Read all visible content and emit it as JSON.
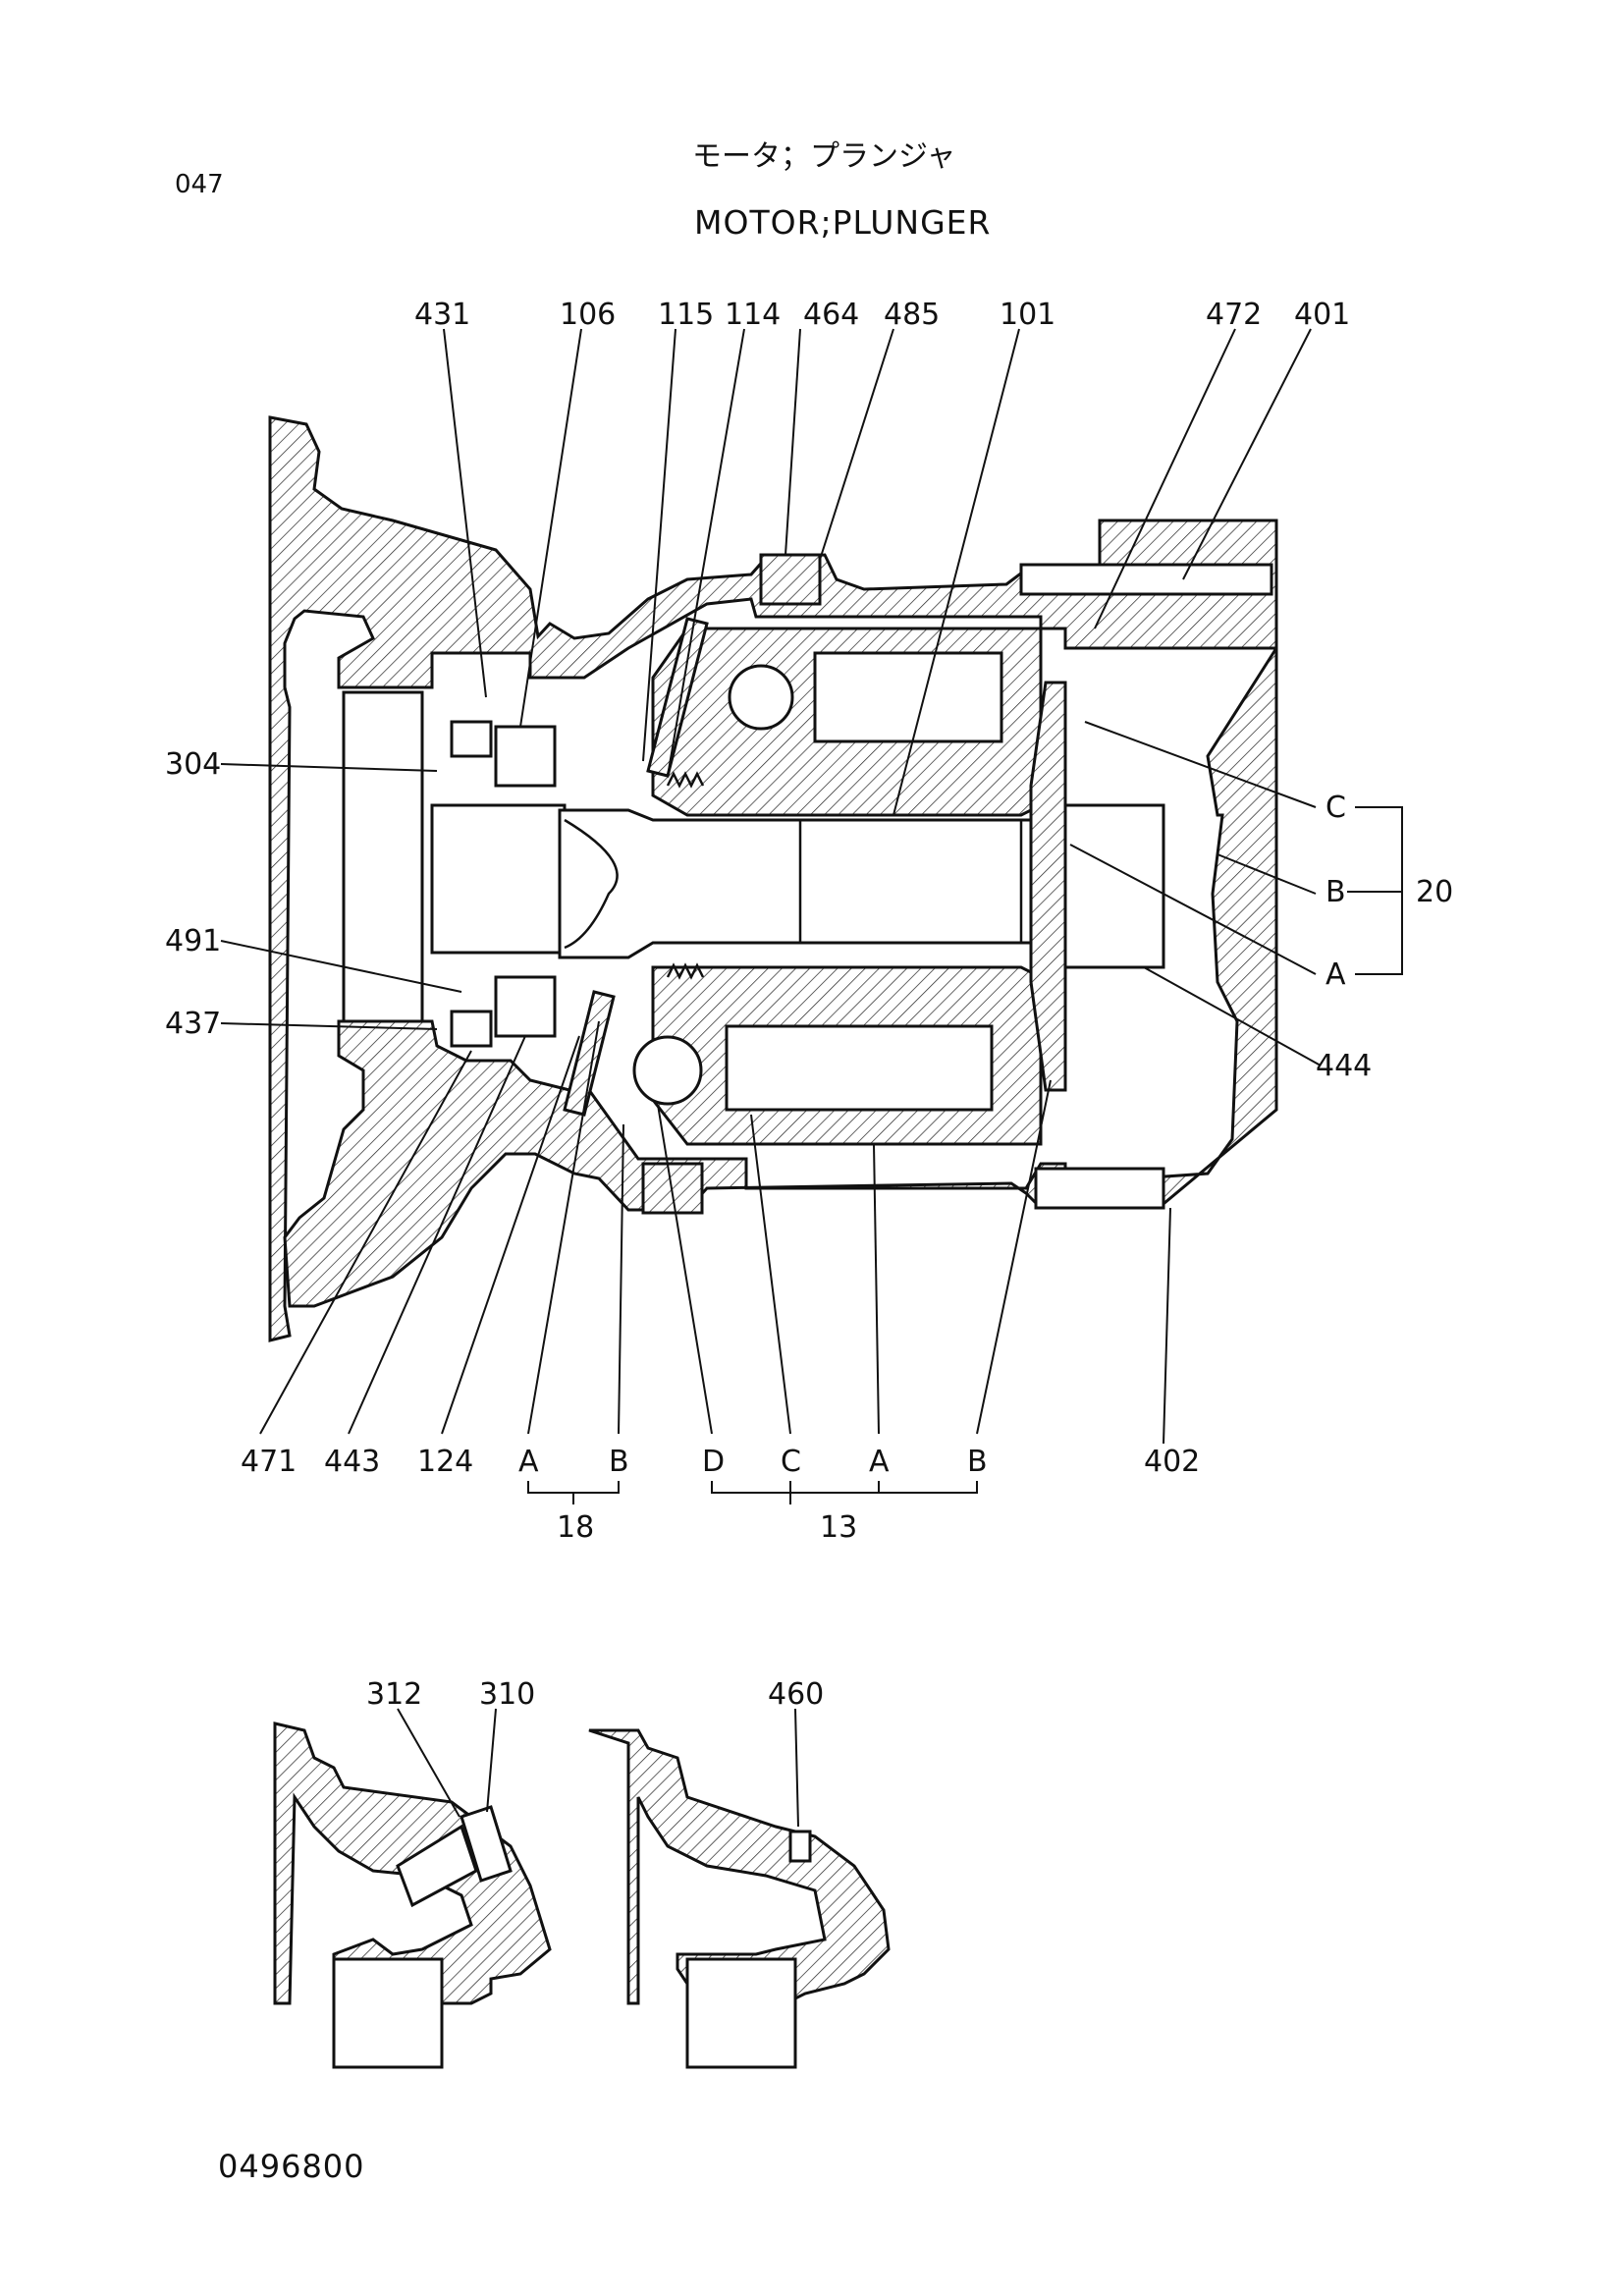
{
  "page_code": "047",
  "title_jp": "モータ；プランジャ",
  "title_en": "MOTOR;PLUNGER",
  "footer_code": "0496800",
  "main_view": {
    "top_callouts": [
      "431",
      "106",
      "115",
      "114",
      "464",
      "485",
      "101",
      "472",
      "401"
    ],
    "left_callouts": [
      "304",
      "491",
      "437"
    ],
    "right_callouts": [
      "C",
      "B",
      "A",
      "444"
    ],
    "right_group": "20",
    "bottom_callouts": [
      "471",
      "443",
      "124",
      "A",
      "B",
      "D",
      "C",
      "A",
      "B",
      "402"
    ],
    "group_18": "18",
    "group_13": "13"
  },
  "detail_views": {
    "left": [
      "312",
      "310"
    ],
    "right": [
      "460"
    ]
  }
}
